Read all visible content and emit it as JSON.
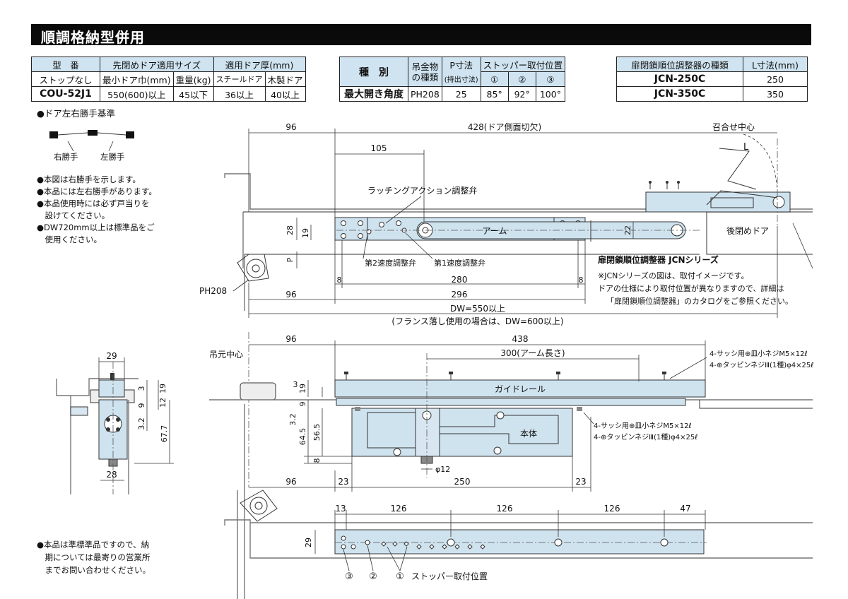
{
  "title": "順調格納型併用",
  "spec_table": {
    "h_model": "型　番",
    "h_door_size": "先閉めドア適用サイズ",
    "h_thickness": "適用ドア厚(mm)",
    "h_stop": "ストップなし",
    "h_min_width": "最小ドア巾(mm)",
    "h_weight": "重量(kg)",
    "h_steel": "スチールドア",
    "h_wood": "木製ドア",
    "model": "COU-52J1",
    "min_width": "550(600)以上",
    "weight": "45以下",
    "steel": "36以上",
    "wood": "40以上"
  },
  "type_table": {
    "h_type": "種　別",
    "h_hanger": "吊金物\nの種類",
    "h_p": "P寸法",
    "h_p_sub": "(持出寸法)",
    "h_stopper": "ストッパー取付位置",
    "s1": "①",
    "s2": "②",
    "s3": "③",
    "row_label": "最大開き角度",
    "hanger": "PH208",
    "p": "25",
    "a1": "85°",
    "a2": "92°",
    "a3": "100°"
  },
  "jcn_table": {
    "h_type": "扉閉鎖順位調整器の種類",
    "h_l": "L寸法(mm)",
    "r1_name": "JCN-250C",
    "r1_l": "250",
    "r2_name": "JCN-350C",
    "r2_l": "350"
  },
  "notes": {
    "hand_title": "●ドア左右勝手基準",
    "right_hand": "右勝手",
    "left_hand": "左勝手",
    "n1": "●本図は右勝手を示します。",
    "n2": "●本品には左右勝手があります。",
    "n3a": "●本品使用時には必ず戸当りを",
    "n3b": "　設けてください。",
    "n4a": "●DW720mm以上は標準品をご",
    "n4b": "　使用ください。",
    "n5a": "●本品は準標準品ですので、納",
    "n5b": "　期については最寄りの営業所",
    "n5c": "　までお問い合わせください。"
  },
  "top_view": {
    "d96": "96",
    "d428": "428(ドア側面切欠)",
    "d105": "105",
    "meet_center": "召合せ中心",
    "L": "L",
    "latch_valve": "ラッチングアクション調整弁",
    "arm": "アーム",
    "d28": "28",
    "d19": "19",
    "d22": "22",
    "P": "P",
    "rear_door": "後閉めドア",
    "second_valve": "第2速度調整弁",
    "first_valve": "第1速度調整弁",
    "jcn_title": "扉閉鎖順位調整器 JCNシリーズ",
    "jcn_n1": "※JCNシリーズの図は、取付イメージです。",
    "jcn_n2": "ドアの仕様により取付位置が異なりますので、詳細は",
    "jcn_n3": "「扉閉鎖順位調整器」のカタログをご参照ください。",
    "d8a": "8",
    "d280": "280",
    "d8b": "8",
    "ph208": "PH208",
    "d96b": "96",
    "d296": "296",
    "dw": "DW=550以上",
    "dw_note": "(フランス落し使用の場合は、DW=600以上)"
  },
  "front_view": {
    "d96": "96",
    "d438": "438",
    "pivot_center": "吊元中心",
    "d300": "300(アーム長さ)",
    "screw1": "4-サッシ用⊕皿小ネジM5×12ℓ",
    "screw2": "4-⊕タッピンネジⅢ(1種)φ4×25ℓ",
    "guide_rail": "ガイドレール",
    "body": "本体",
    "screw3": "4-サッシ用⊕皿小ネジM5×12ℓ",
    "screw4": "4-⊕タッピンネジⅢ(1種)φ4×25ℓ",
    "d3": "3",
    "d19": "19",
    "d9": "9",
    "d32": "3.2",
    "d645": "64.5",
    "d565": "56.5",
    "d8": "8",
    "phi12": "φ12",
    "d96b": "96",
    "d23a": "23",
    "d250": "250",
    "d23b": "23"
  },
  "side_view": {
    "d29": "29",
    "d3": "3",
    "d19": "19",
    "d12": "12",
    "d9": "9",
    "d32": "3.2",
    "d677": "67.7",
    "d28": "28"
  },
  "rail_view": {
    "d13": "13",
    "d126a": "126",
    "d126b": "126",
    "d126c": "126",
    "d47": "47",
    "d29": "29",
    "c3": "③",
    "c2": "②",
    "c1": "①",
    "stopper_pos": "ストッパー取付位置"
  },
  "colors": {
    "part_fill": "#cfe3ef",
    "title_bg": "#0a0a0a",
    "header_fill": "#cfe3f0"
  }
}
